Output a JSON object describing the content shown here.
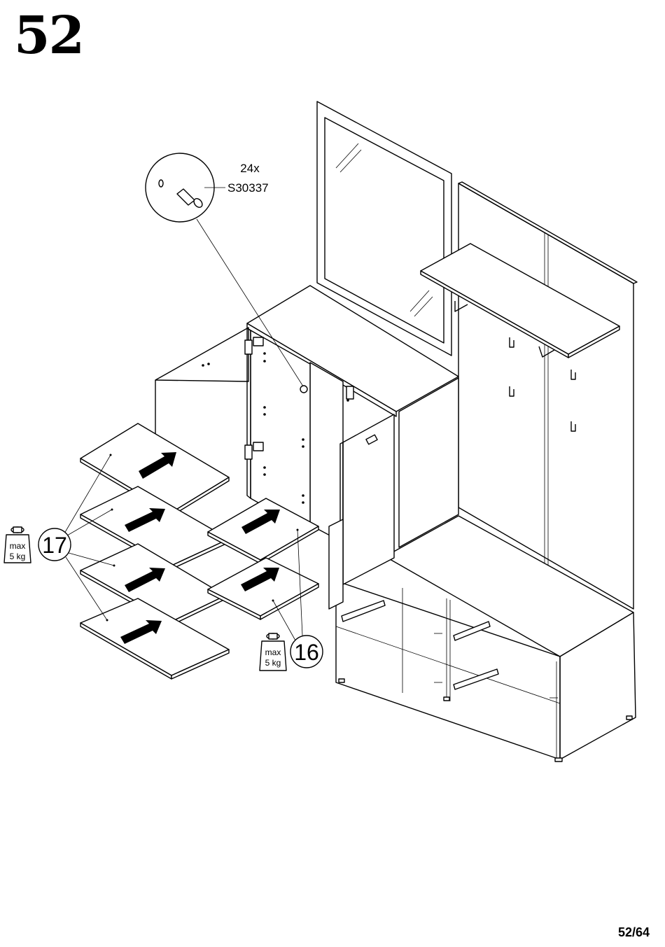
{
  "step": {
    "number": "52"
  },
  "footer": {
    "page": "52/64"
  },
  "hardware": {
    "quantity": "24x",
    "code": "S30337",
    "icon": "shelf-support-pin-icon"
  },
  "parts": [
    {
      "label": "17",
      "load_label": "max\n5 kg",
      "load_line1": "max",
      "load_line2": "5 kg",
      "load_icon": "weight-icon"
    },
    {
      "label": "16",
      "load_label": "max\n5 kg",
      "load_line1": "max",
      "load_line2": "5 kg",
      "load_icon": "weight-icon"
    }
  ],
  "icons": [
    "shelf-arrow-icon",
    "hinge-icon",
    "coat-hook-icon",
    "drawer-runner-icon",
    "mirror-icon"
  ]
}
